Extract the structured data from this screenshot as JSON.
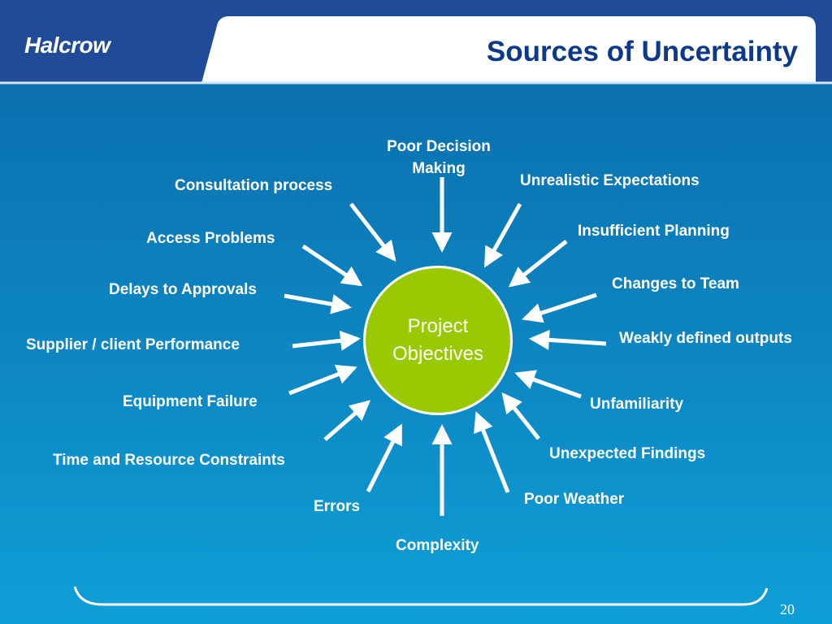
{
  "header": {
    "logo_text": "Halcrow",
    "title": "Sources of Uncertainty"
  },
  "diagram": {
    "center": {
      "line1": "Project",
      "line2": "Objectives",
      "color": "#99c900"
    },
    "sources": [
      "Poor Decision Making",
      "Unrealistic Expectations",
      "Insufficient Planning",
      "Changes to Team",
      "Weakly defined outputs",
      "Unfamiliarity",
      "Unexpected Findings",
      "Poor Weather",
      "Complexity",
      "Errors",
      "Time and Resource Constraints",
      "Equipment Failure",
      "Supplier / client Performance",
      "Delays to Approvals",
      "Access Problems",
      "Consultation process"
    ]
  },
  "footer": {
    "page_number": "20"
  },
  "colors": {
    "title": "#0c3a88",
    "background": "#0b74b2",
    "arrow": "#ffffff"
  }
}
